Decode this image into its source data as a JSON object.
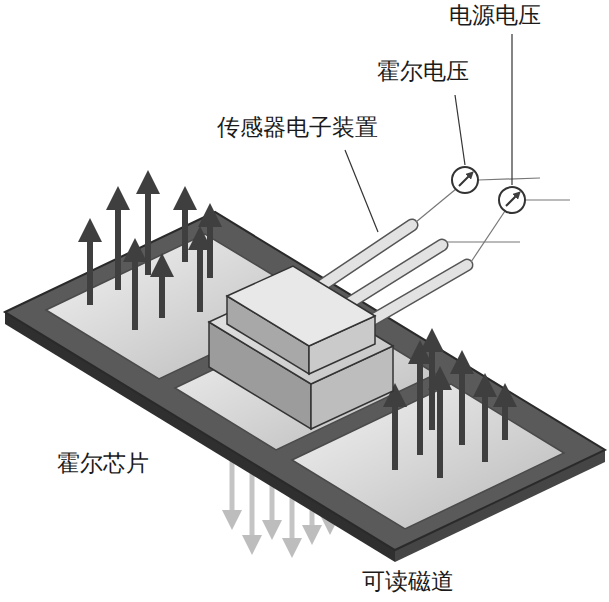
{
  "diagram": {
    "labels": [
      "电源电压",
      "霍尔电压",
      "传感器电子装置",
      "霍尔芯片",
      "可读磁道"
    ]
  }
}
